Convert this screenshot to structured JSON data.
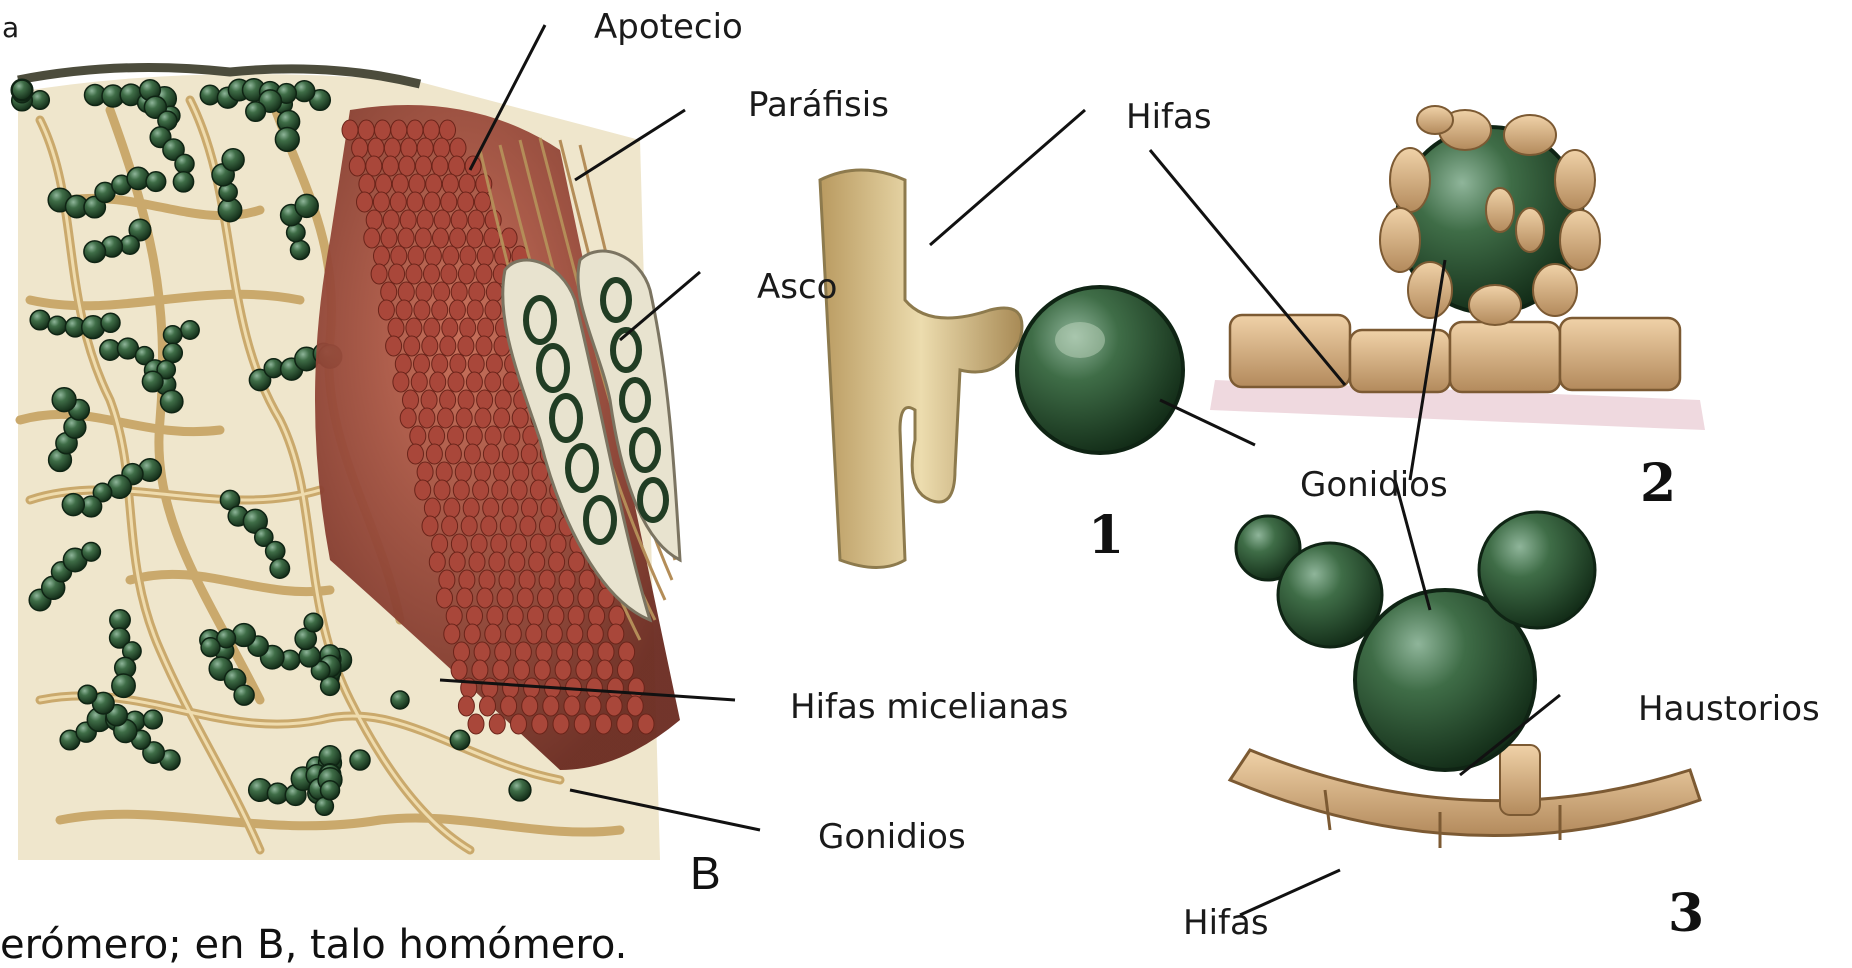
{
  "labels": {
    "apotecio": "Apotecio",
    "parafisis": "Paráfisis",
    "hifas_top": "Hifas",
    "asco": "Asco",
    "gonidios_mid": "Gonidios",
    "hifas_micelianas": "Hifas micelianas",
    "haustorios": "Haustorios",
    "gonidios_bottom": "Gonidios",
    "hifas_bottom": "Hifas",
    "panel_b": "B",
    "edge_a": "a"
  },
  "figure_numbers": {
    "one": "1",
    "two": "2",
    "three": "3"
  },
  "caption": "erómero; en B, talo homómero.",
  "colors": {
    "hypha": "#d9c08a",
    "hypha_dark": "#9a7f4c",
    "gonidium": "#2f5a35",
    "gonidium_dark": "#173a1e",
    "apothecium": "#8b3a2e",
    "ascus_wall": "#e8e3cf",
    "line": "#111111"
  }
}
